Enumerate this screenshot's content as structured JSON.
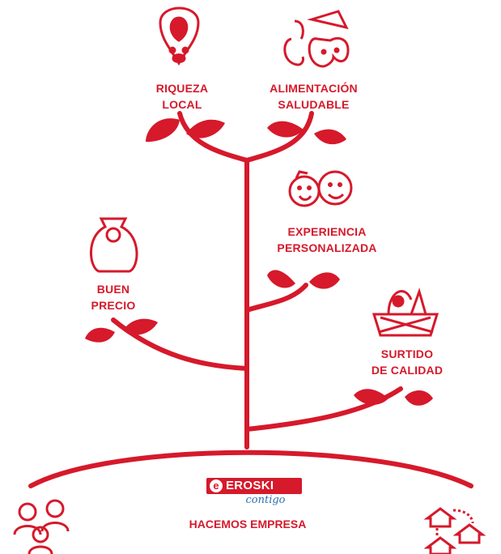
{
  "colors": {
    "brand_red": "#d6192b",
    "accent_blue": "#2f6fb3"
  },
  "branches": [
    {
      "id": "riqueza-local",
      "lines": [
        "RIQUEZA",
        "LOCAL"
      ],
      "icon": "necklace-icon"
    },
    {
      "id": "alimentacion-saludable",
      "lines": [
        "ALIMENTACIÓN",
        "SALUDABLE"
      ],
      "icon": "fruit-icon"
    },
    {
      "id": "experiencia-personalizada",
      "lines": [
        "EXPERIENCIA",
        "PERSONALIZADA"
      ],
      "icon": "faces-icon"
    },
    {
      "id": "buen-precio",
      "lines": [
        "BUEN",
        "PRECIO"
      ],
      "icon": "piggy-bank-icon"
    },
    {
      "id": "surtido-de-calidad",
      "lines": [
        "SURTIDO",
        "DE CALIDAD"
      ],
      "icon": "shopping-basket-icon"
    }
  ],
  "brand": {
    "logo_mark": "e",
    "logo_text": "EROSKI",
    "tagline": "contigo",
    "company_line": "HACEMOS EMPRESA"
  },
  "footer_icons": [
    "people-icon",
    "network-houses-icon"
  ]
}
